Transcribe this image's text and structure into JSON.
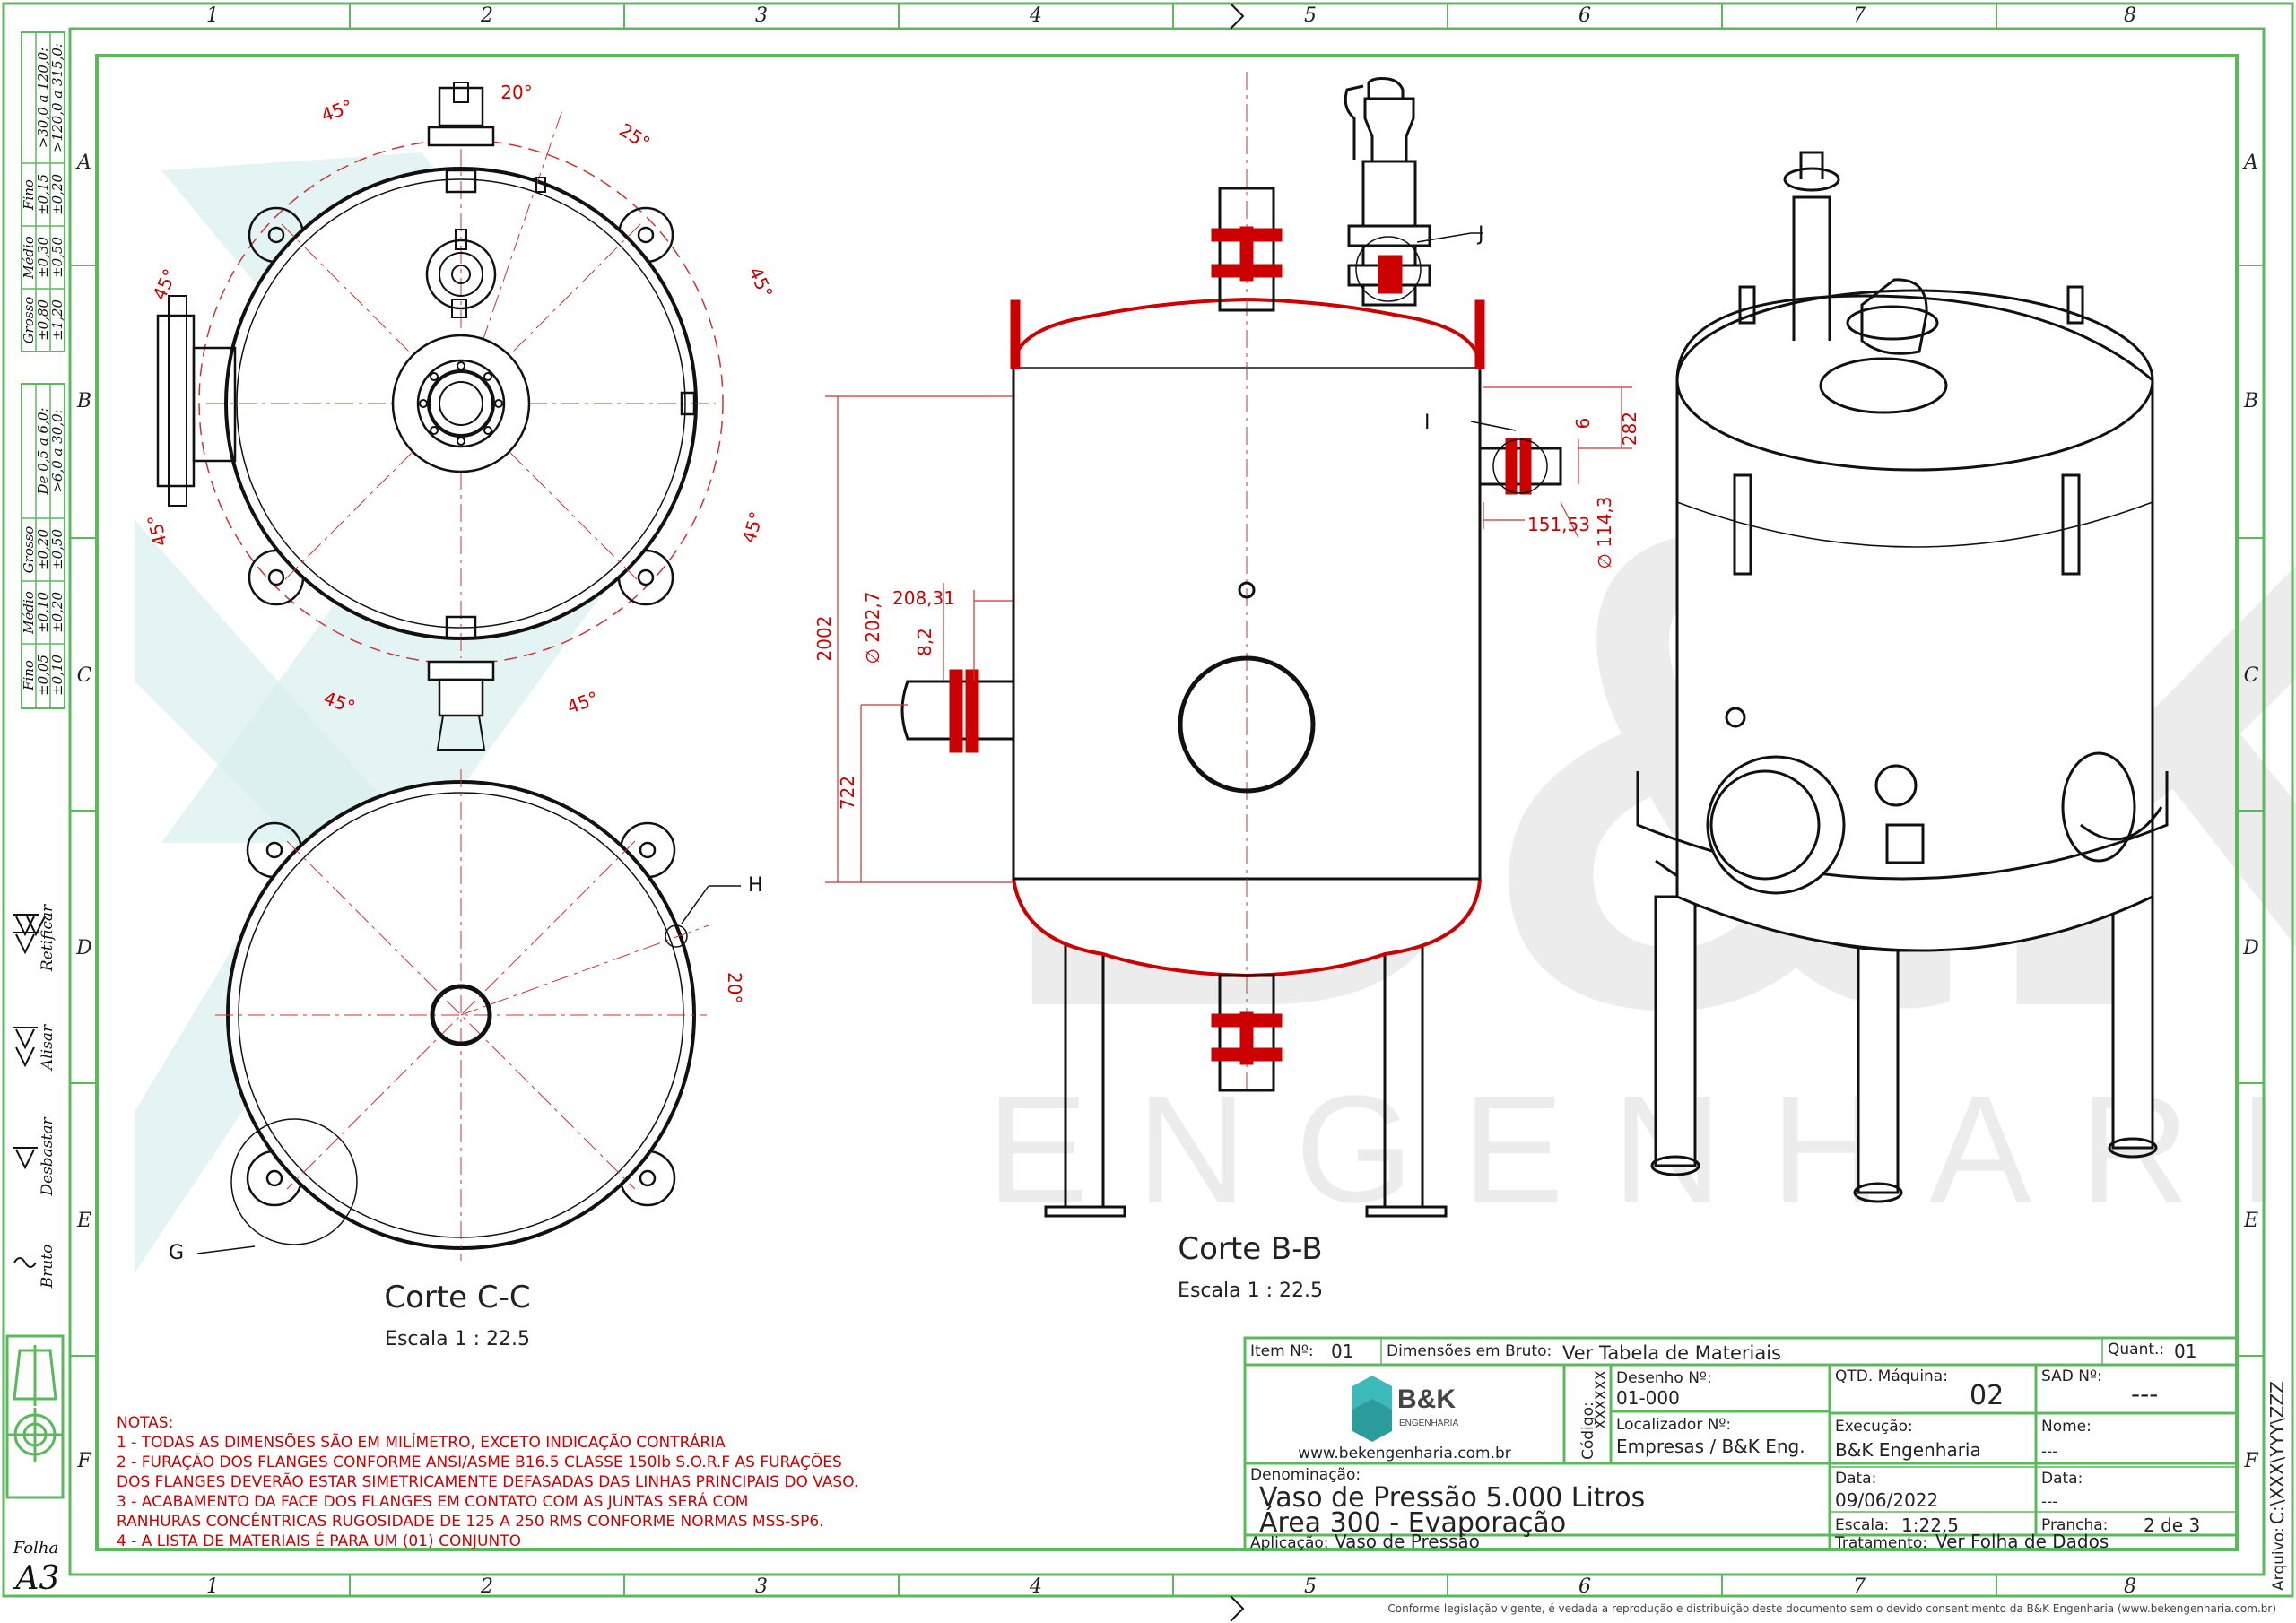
{
  "border": {
    "columns": [
      "1",
      "2",
      "3",
      "4",
      "5",
      "6",
      "7",
      "8"
    ],
    "rows": [
      "A",
      "B",
      "C",
      "D",
      "E",
      "F"
    ]
  },
  "tolerances": {
    "table1": {
      "headers": [
        "Fino",
        "Médio",
        "Grosso"
      ],
      "rows": [
        {
          "range": ">30,0 a 120,0:",
          "values": [
            "±0,15",
            "±0,30",
            "±0,80"
          ]
        },
        {
          "range": ">120,0 a 315,0:",
          "values": [
            "±0,20",
            "±0,50",
            "±1,20"
          ]
        }
      ]
    },
    "table2": {
      "headers": [
        "Fino",
        "Médio",
        "Grosso"
      ],
      "rows": [
        {
          "range": "De 0,5 a 6,0:",
          "values": [
            "±0,05",
            "±0,10",
            "±0,20"
          ]
        },
        {
          "range": ">6,0 a 30,0:",
          "values": [
            "±0,10",
            "±0,20",
            "±0,50"
          ]
        }
      ]
    }
  },
  "surface_finish": {
    "retificar": "Retificar",
    "alisar": "Alisar",
    "desbastar": "Desbastar",
    "bruto": "Bruto"
  },
  "sheet_format": {
    "label": "Folha",
    "value": "A3"
  },
  "views": {
    "corte_cc": {
      "title": "Corte C-C",
      "scale": "Escala 1 : 22.5"
    },
    "corte_bb": {
      "title": "Corte B-B",
      "scale": "Escala 1 : 22.5"
    }
  },
  "angles": {
    "a20_top": "20°",
    "a45_tl": "45°",
    "a25": "25°",
    "a45_tr": "45°",
    "a45_l": "45°",
    "a45_l2": "45°",
    "a45_r": "45°",
    "a45_bl": "45°",
    "a45_br": "45°",
    "a20_right": "20°"
  },
  "dimensions": {
    "d2002": "2002",
    "d722": "722",
    "d208": "208,31",
    "d202": "∅ 202,7",
    "d8": "8,2",
    "d6": "6",
    "d282": "282",
    "d151": "151,53",
    "d114": "∅ 114,3"
  },
  "callouts": {
    "J": "J",
    "I": "I",
    "H": "H",
    "G": "G"
  },
  "watermark": {
    "logo": "B&K",
    "text": "ENGENHARIA"
  },
  "notes": {
    "title": "NOTAS:",
    "lines": [
      "1 - TODAS AS DIMENSÕES SÃO EM MILÍMETRO, EXCETO INDICAÇÃO CONTRÁRIA",
      "2 - FURAÇÃO DOS FLANGES CONFORME ANSI/ASME B16.5 CLASSE 150lb S.O.R.F AS FURAÇÕES",
      "DOS FLANGES DEVERÃO ESTAR SIMETRICAMENTE DEFASADAS DAS LINHAS PRINCIPAIS DO VASO.",
      "3 - ACABAMENTO DA FACE DOS FLANGES EM CONTATO COM AS JUNTAS SERÁ COM",
      "RANHURAS CONCÊNTRICAS RUGOSIDADE DE 125 A 250 RMS CONFORME NORMAS MSS-SP6.",
      "4 - A LISTA DE MATERIAIS É PARA UM (01) CONJUNTO"
    ]
  },
  "title_block": {
    "item_label": "Item Nº:",
    "item_value": "01",
    "dim_label": "Dimensões em Bruto:",
    "dim_value": "Ver Tabela de Materiais",
    "quant_label": "Quant.:",
    "quant_value": "01",
    "logo_text": "B&K",
    "logo_sub": "ENGENHARIA",
    "website": "www.bekengenharia.com.br",
    "codigo_label": "Código:",
    "codigo_value": "XXXXXX",
    "desenho_label": "Desenho Nº:",
    "desenho_value": "01-000",
    "localizador_label": "Localizador Nº:",
    "localizador_value": "Empresas / B&K Eng.",
    "qtd_label": "QTD. Máquina:",
    "qtd_value": "02",
    "sad_label": "SAD Nº:",
    "sad_value": "---",
    "execucao_label": "Execução:",
    "execucao_value": "B&K Engenharia",
    "nome_label": "Nome:",
    "nome_value": "---",
    "denominacao_label": "Denominação:",
    "denominacao_line1": "Vaso de Pressão 5.000 Litros",
    "denominacao_line2": "Área 300 - Evaporação",
    "data_label": "Data:",
    "data_value": "09/06/2022",
    "data2_label": "Data:",
    "data2_value": "---",
    "escala_label": "Escala:",
    "escala_value": "1:22,5",
    "prancha_label": "Prancha:",
    "prancha_value": "2 de 3",
    "aplicacao_label": "Aplicação:",
    "aplicacao_value": "Vaso de Pressão",
    "tratamento_label": "Tratamento:",
    "tratamento_value": "Ver Folha de Dados"
  },
  "arquivo": {
    "label": "Arquivo:",
    "value": "C:\\XXX\\YYY\\ZZZ"
  },
  "footer": "Conforme legislação vigente, é vedada a reprodução e distribuição deste documento sem o devido consentimento da B&K Engenharia (www.bekengenharia.com.br)",
  "colors": {
    "border": "#5cb85c",
    "dimension": "#c00000",
    "watermark": "#d6ecec",
    "line": "#111111"
  }
}
